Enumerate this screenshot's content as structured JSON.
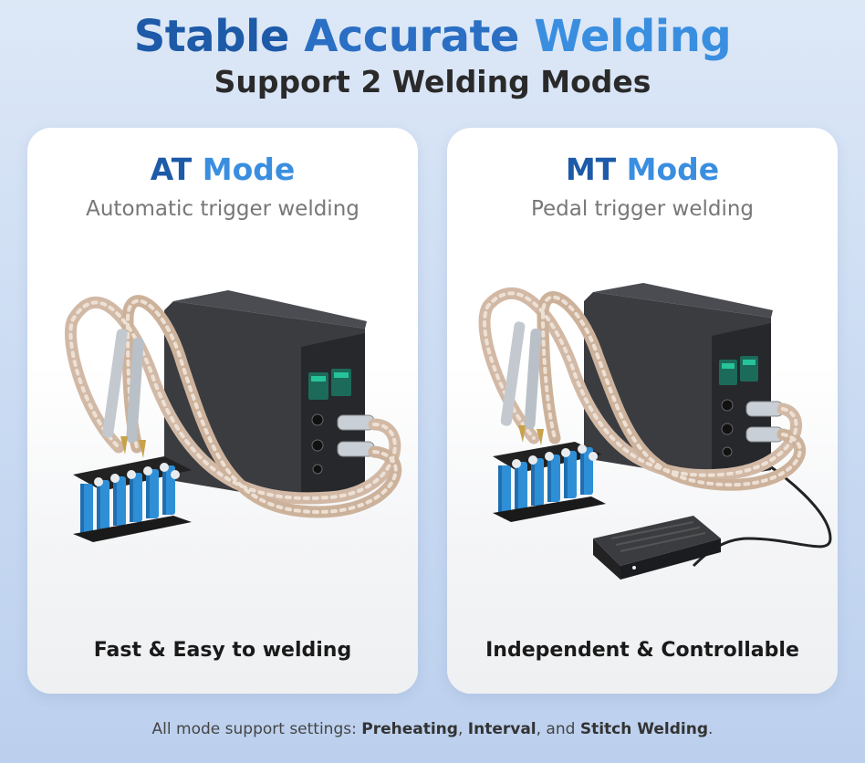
{
  "header": {
    "title_part1": "Stable",
    "title_part2": "Accurate",
    "title_part3": "Welding",
    "subtitle": "Support 2 Welding Modes"
  },
  "cards": [
    {
      "mode_abbr": "AT",
      "mode_word": "Mode",
      "description": "Automatic trigger welding",
      "tagline": "Fast & Easy to welding"
    },
    {
      "mode_abbr": "MT",
      "mode_word": "Mode",
      "description": "Pedal trigger welding",
      "tagline": "Independent & Controllable"
    }
  ],
  "footer": {
    "prefix": "All mode support settings: ",
    "setting1": "Preheating",
    "sep1": ", ",
    "setting2": "Interval",
    "sep2": ", and ",
    "setting3": "Stitch Welding",
    "suffix": "."
  },
  "colors": {
    "title_dark_blue": "#1d5aa8",
    "title_light_blue": "#3a8ee0",
    "battery_blue": "#2f8fd6",
    "device_black": "#2b2d31",
    "screen_green": "#27c39a"
  },
  "icons": {
    "welder": "spot-welder-device-illustration",
    "battery": "battery-pack-illustration",
    "pedal": "foot-pedal-illustration"
  }
}
